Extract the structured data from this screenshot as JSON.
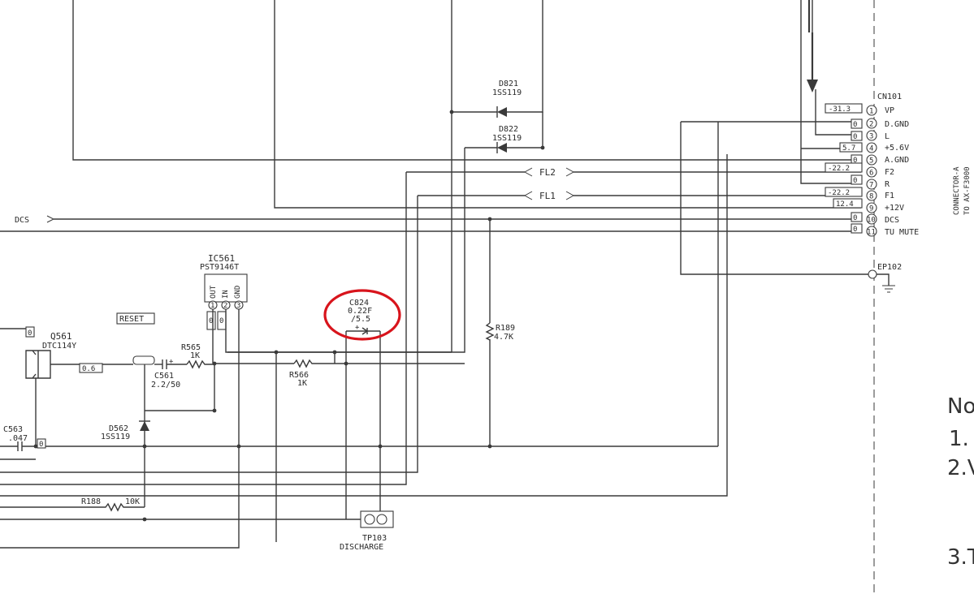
{
  "connector": {
    "ref": "CN101",
    "pins": [
      {
        "num": "1",
        "name": "VP",
        "value": "-31.3"
      },
      {
        "num": "2",
        "name": "D.GND",
        "value": "0"
      },
      {
        "num": "3",
        "name": "L",
        "value": "0"
      },
      {
        "num": "4",
        "name": "+5.6V",
        "value": "5.7"
      },
      {
        "num": "5",
        "name": "A.GND",
        "value": "0"
      },
      {
        "num": "6",
        "name": "F2",
        "value": "-22.2"
      },
      {
        "num": "7",
        "name": "R",
        "value": "0"
      },
      {
        "num": "8",
        "name": "F1",
        "value": "-22.2"
      },
      {
        "num": "9",
        "name": "+12V",
        "value": "12.4"
      },
      {
        "num": "10",
        "name": "DCS",
        "value": "0"
      },
      {
        "num": "11",
        "name": "TU MUTE",
        "value": "0"
      }
    ],
    "side_label_1": "CONNECTOR-A",
    "side_label_2": "TO AX-F3000"
  },
  "components": {
    "d821": {
      "ref": "D821",
      "part": "1SS119"
    },
    "d822": {
      "ref": "D822",
      "part": "1SS119"
    },
    "ic561": {
      "ref": "IC561",
      "part": "PST9146T",
      "pin_out": "OUT",
      "pin_in": "IN",
      "pin_gnd": "GND",
      "pin_nums": [
        "1",
        "2",
        "3"
      ]
    },
    "q561": {
      "ref": "Q561",
      "part": "DTC114Y",
      "bias_value": "0.6",
      "emitter_value": "0"
    },
    "r565": {
      "ref": "R565",
      "value": "1K"
    },
    "c561": {
      "ref": "C561",
      "value": "2.2/50"
    },
    "r566": {
      "ref": "R566",
      "value": "1K"
    },
    "c824": {
      "ref": "C824",
      "value": "0.22F",
      "rating": "/5.5",
      "polarity": "+"
    },
    "r189": {
      "ref": "R189",
      "value": "4.7K"
    },
    "d562": {
      "ref": "D562",
      "part": "1SS119"
    },
    "c563": {
      "ref": "C563",
      "value": ".047"
    },
    "r188": {
      "ref": "R188",
      "value": "10K"
    },
    "tp103": {
      "ref": "TP103",
      "label": "DISCHARGE"
    },
    "ep102": {
      "ref": "EP102"
    },
    "ic_pin_values": [
      "0",
      "0"
    ],
    "c563_node_value": "0"
  },
  "signals": {
    "fl2": "FL2",
    "fl1": "FL1",
    "dcs": "DCS",
    "reset": "RESET"
  },
  "notes_fragments": {
    "heading": "No",
    "item1": "1.",
    "item2": "2.V",
    "item3": "3.T"
  },
  "highlight_color": "#d8141c"
}
